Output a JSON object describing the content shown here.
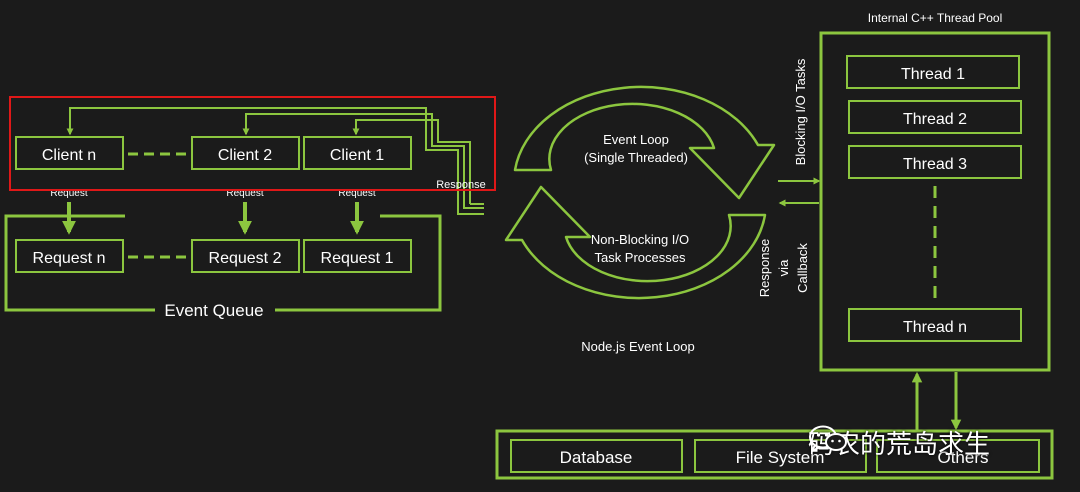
{
  "clients": {
    "n": "Client n",
    "two": "Client 2",
    "one": "Client 1"
  },
  "request_label": "Request",
  "response_label": "Response",
  "requests": {
    "n": "Request n",
    "two": "Request 2",
    "one": "Request 1"
  },
  "event_queue": "Event Queue",
  "event_loop": {
    "line1": "Event Loop",
    "line2": "(Single Threaded)"
  },
  "nonblocking": {
    "line1": "Non-Blocking I/O",
    "line2": "Task Processes"
  },
  "node_loop": "Node.js Event Loop",
  "blocking_tasks": "Blocking I/O Tasks",
  "callback": {
    "line1": "Response",
    "line2": "via",
    "line3": "Callback"
  },
  "thread_pool": {
    "title": "Internal C++ Thread Pool",
    "threads": [
      "Thread 1",
      "Thread 2",
      "Thread 3",
      "Thread n"
    ]
  },
  "bottom": {
    "db": "Database",
    "fs": "File System",
    "others": "Others"
  },
  "watermark": "码农的荒岛求生",
  "colors": {
    "accent": "#8cc63f",
    "highlight": "#e01818",
    "background": "#1b1b1b"
  }
}
